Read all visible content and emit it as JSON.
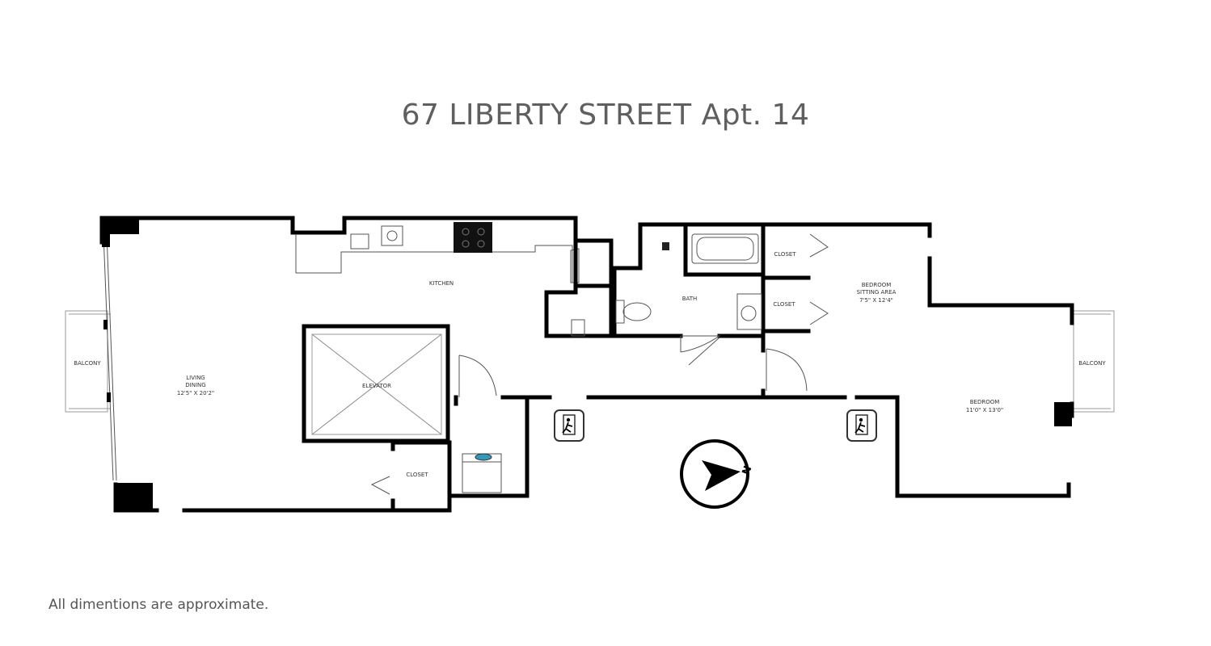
{
  "title": "67 LIBERTY STREET Apt. 14",
  "footer_note": "All dimentions are approximate.",
  "rooms": {
    "kitchen": "KITCHEN",
    "living_name1": "LIVING",
    "living_name2": "DINING",
    "living_dims": "12'5\" X 20'2\"",
    "elevator": "ELEVATOR",
    "bath": "BATH",
    "closet_left": "CLOSET",
    "closet_top": "CLOSET",
    "closet_mid": "CLOSET",
    "sitting_name1": "BEDROOM",
    "sitting_name2": "SITTING AREA",
    "sitting_dims": "7'5\" X 12'4\"",
    "bedroom_name": "BEDROOM",
    "bedroom_dims": "11'0\" X 13'0\"",
    "balcony_left": "BALCONY",
    "balcony_right": "BALCONY"
  },
  "compass_label": "N",
  "icons": [
    "exit-sign-icon",
    "exit-sign-icon",
    "compass-icon",
    "stove-icon",
    "sink-icon",
    "toilet-icon",
    "bathtub-icon",
    "washer-icon"
  ]
}
